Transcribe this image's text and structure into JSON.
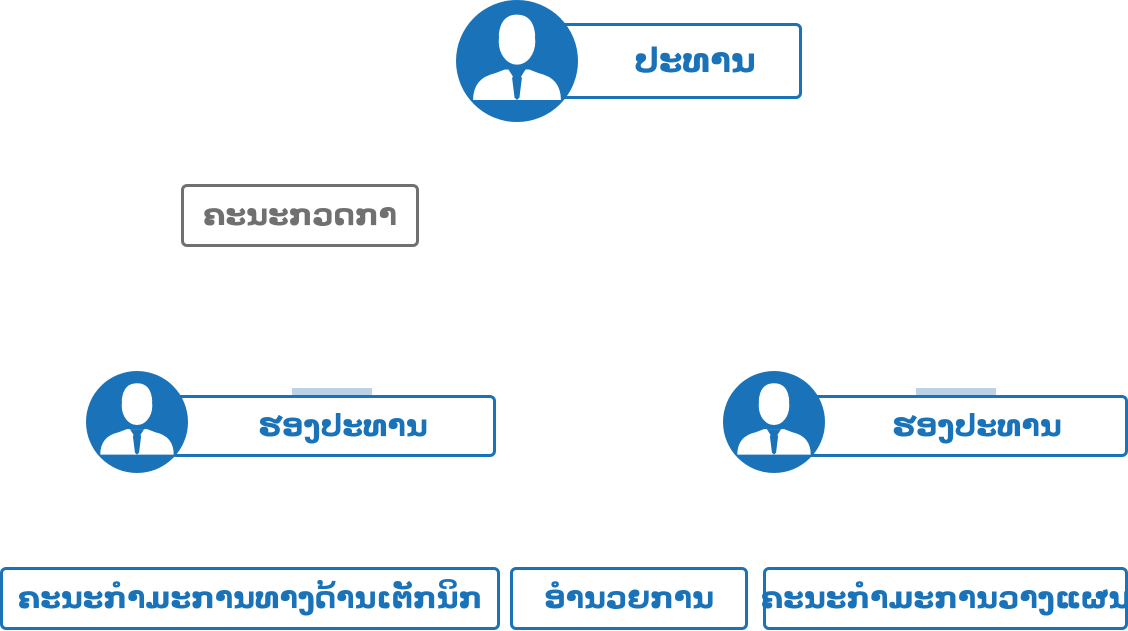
{
  "colors": {
    "primary": "#1a73b8",
    "muted": "#707070",
    "tab": "#bcd3e6"
  },
  "nodes": {
    "president": {
      "label": "ປະທານ",
      "icon": "person-icon"
    },
    "control_committee": {
      "label": "ຄະນະກວດກາ"
    },
    "vice_president_left": {
      "label": "ຮອງປະທານ",
      "icon": "person-icon"
    },
    "vice_president_right": {
      "label": "ຮອງປະທານ",
      "icon": "person-icon"
    },
    "technical_committee": {
      "label": "ຄະນະກຳມະການທາງດ້ານເຕັກນິກ"
    },
    "director": {
      "label": "ອຳນວຍການ"
    },
    "planning_committee": {
      "label": "ຄະນະກຳມະການວາງແຜນ"
    }
  }
}
